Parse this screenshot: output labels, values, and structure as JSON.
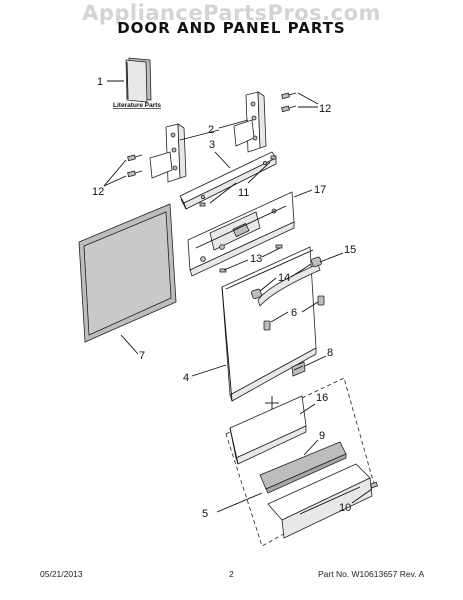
{
  "watermark": "AppliancePartsPros.com",
  "title": "DOOR AND PANEL PARTS",
  "literature_label": "Literature Parts",
  "callouts": {
    "c1": "1",
    "c2": "2",
    "c3": "3",
    "c4": "4",
    "c5": "5",
    "c6": "6",
    "c7": "7",
    "c8": "8",
    "c9": "9",
    "c10": "10",
    "c11": "11",
    "c12a": "12",
    "c12b": "12",
    "c13": "13",
    "c14": "14",
    "c15": "15",
    "c16": "16",
    "c17": "17"
  },
  "footer": {
    "date": "05/21/2013",
    "page": "2",
    "part_no": "Part No. W10613657  Rev. A"
  }
}
